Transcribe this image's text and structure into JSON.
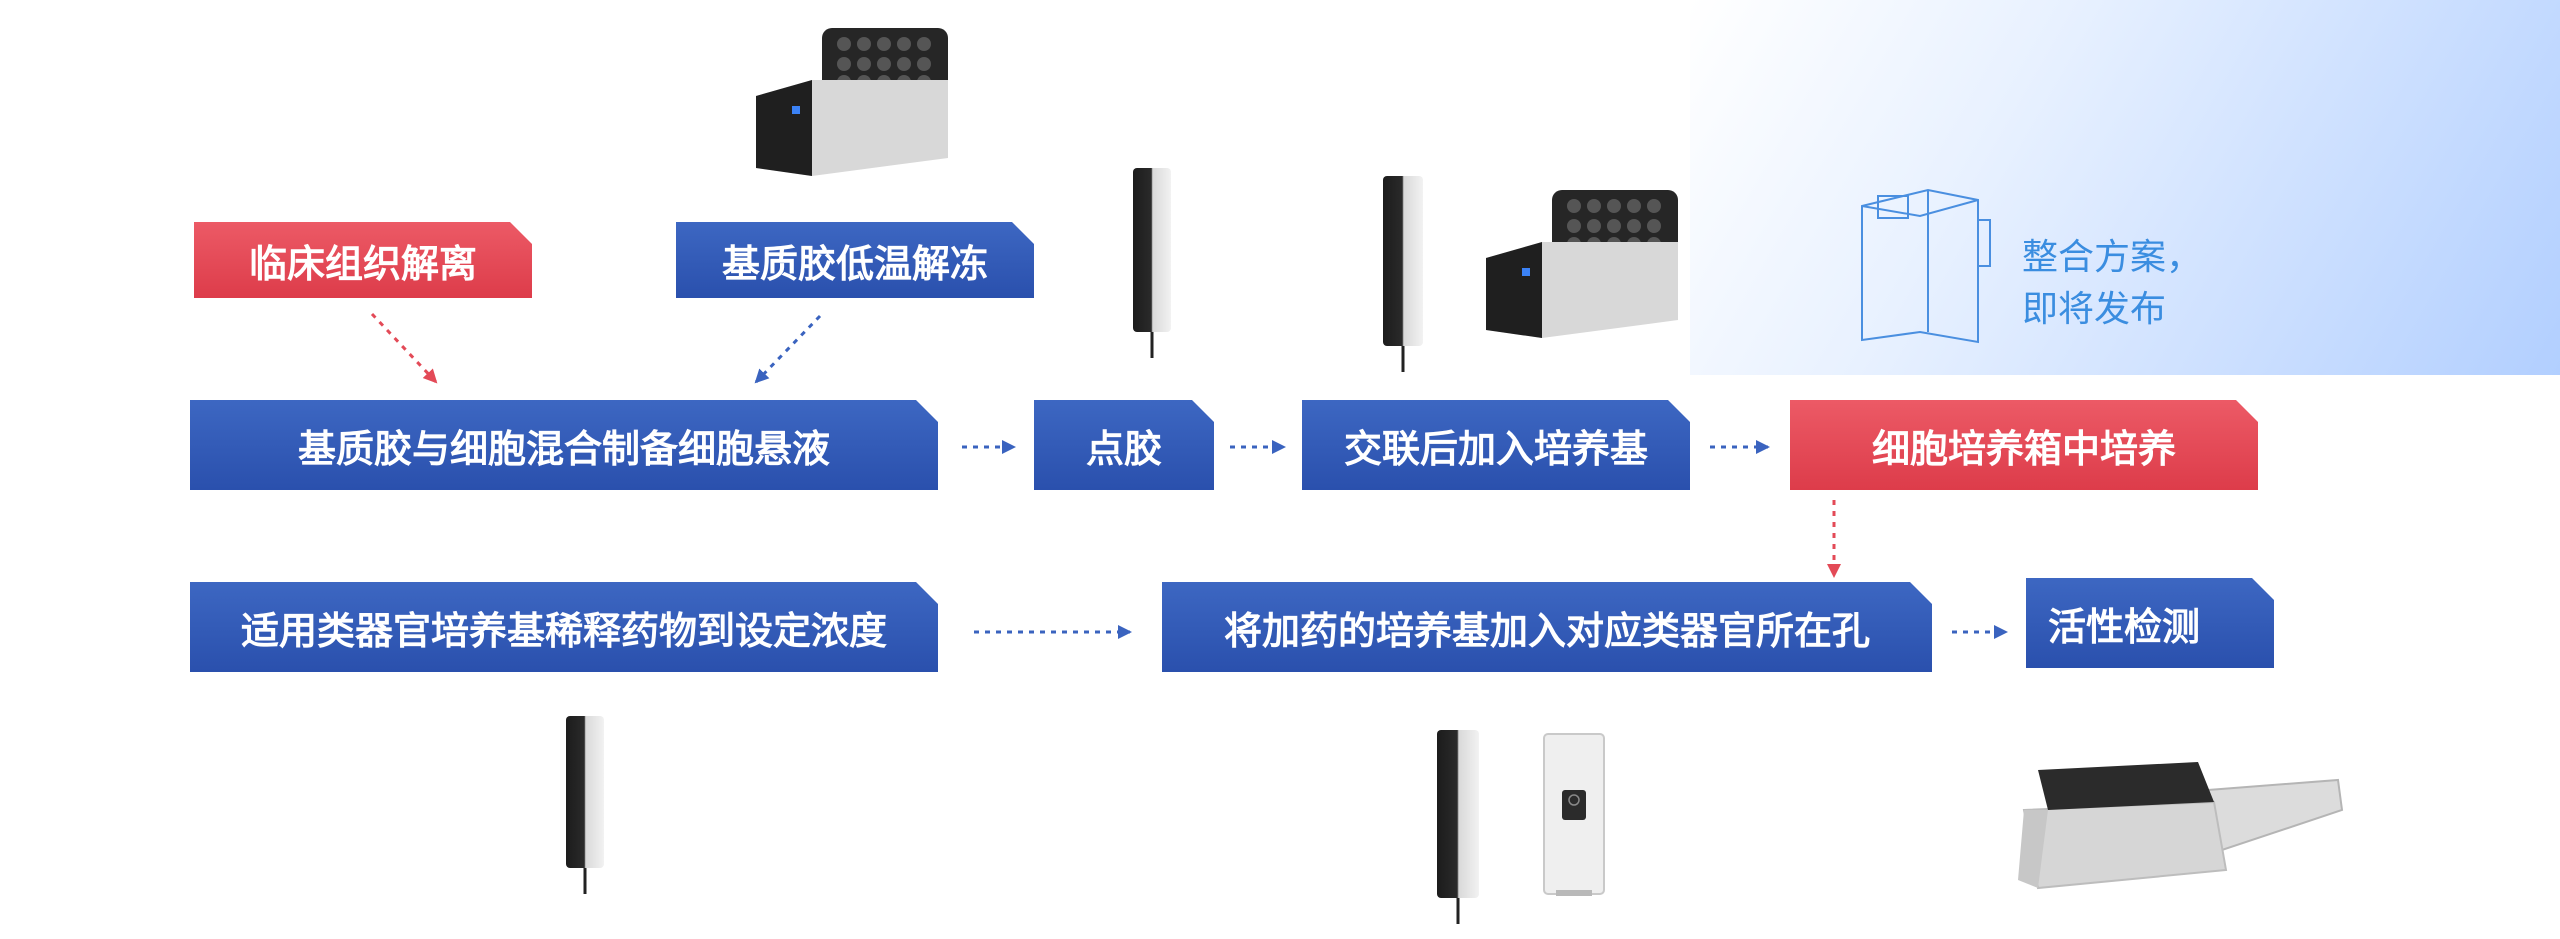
{
  "labels": {
    "clinical_dissociation": "临床组织解离",
    "matrigel_thaw": "基质胶低温解冻",
    "mix_cells": "基质胶与细胞混合制备细胞悬液",
    "dispense_gel": "点胶",
    "add_medium": "交联后加入培养基",
    "incubate": "细胞培养箱中培养",
    "dilute_drug": "适用类器官培养基稀释药物到设定浓度",
    "add_drug_medium": "将加药的培养基加入对应类器官所在孔",
    "viability_test": "活性检测"
  },
  "notice": {
    "line1": "整合方案，",
    "line2": "即将发布"
  },
  "colors": {
    "blue": "#2f57b2",
    "red": "#e34a57",
    "notice": "#3a8de0"
  },
  "icons": [
    "heating-block-icon",
    "pipette-stick-icon",
    "incubator-outline-icon",
    "plate-reader-icon",
    "device-panel-icon"
  ]
}
